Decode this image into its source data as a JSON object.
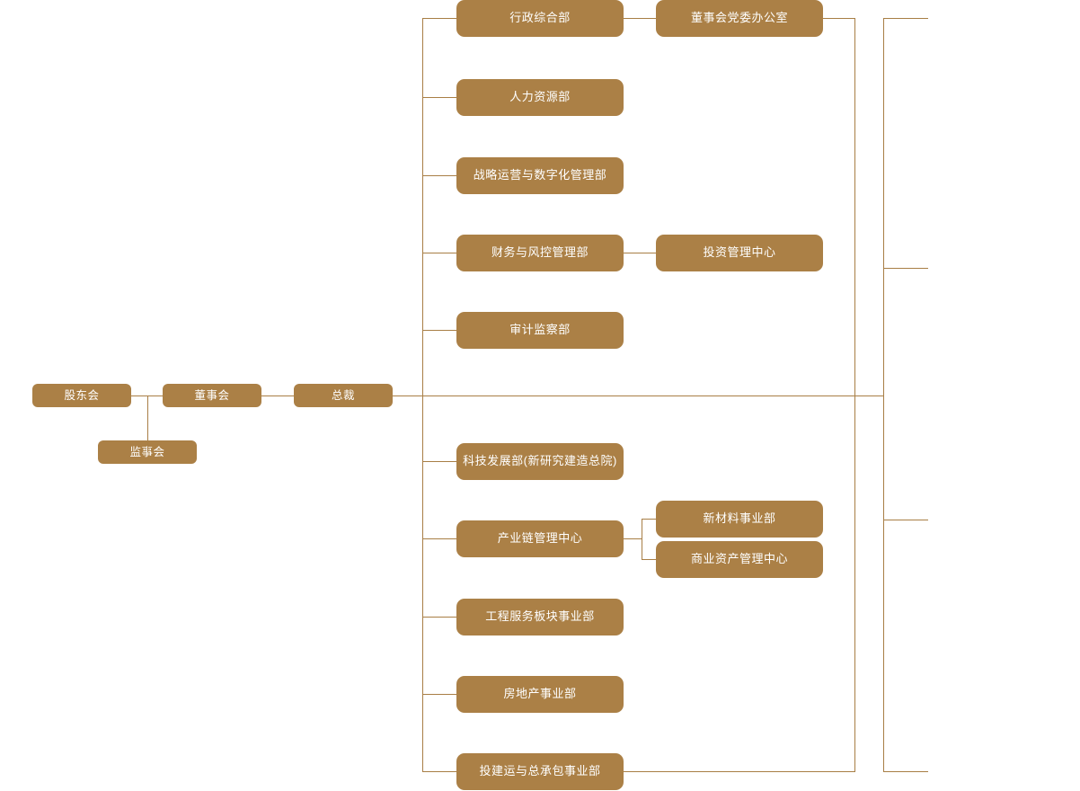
{
  "theme": {
    "box_fill": "#ab8046",
    "line_color": "#a87e45",
    "text_color": "#ffffff",
    "background": "#ffffff"
  },
  "governance": {
    "shareholders_meeting": "股东会",
    "board_of_directors": "董事会",
    "president": "总裁",
    "supervisory_board": "监事会"
  },
  "departments": [
    {
      "label": "行政综合部"
    },
    {
      "label": "人力资源部"
    },
    {
      "label": "战略运营与数字化管理部"
    },
    {
      "label": "财务与风控管理部"
    },
    {
      "label": "审计监察部"
    },
    {
      "label": "科技发展部(新研究建造总院)"
    },
    {
      "label": "产业链管理中心"
    },
    {
      "label": "工程服务板块事业部"
    },
    {
      "label": "房地产事业部"
    },
    {
      "label": "投建运与总承包事业部"
    }
  ],
  "sub_units": [
    {
      "label": "董事会党委办公室",
      "parent": "行政综合部"
    },
    {
      "label": "投资管理中心",
      "parent": "财务与风控管理部"
    },
    {
      "label": "新材料事业部",
      "parent": "产业链管理中心"
    },
    {
      "label": "商业资产管理中心",
      "parent": "产业链管理中心"
    }
  ]
}
